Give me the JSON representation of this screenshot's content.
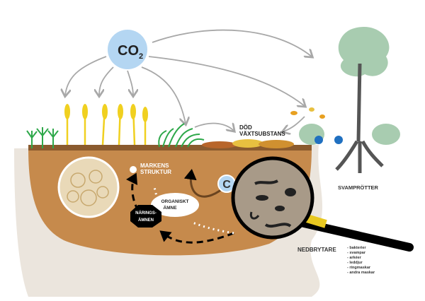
{
  "co2": {
    "base": "CO",
    "sub": "2"
  },
  "carbon": "C",
  "labels": {
    "dead_matter_1": "DÖD",
    "dead_matter_2": "VÄXTSUBSTANS",
    "soil_structure_1": "MARKENS",
    "soil_structure_2": "STRUKTUR",
    "organic_1": "ORGANISKT",
    "organic_2": "ÄMNE",
    "nutrients_1": "NÄRINGS-",
    "nutrients_2": "ÄMNEN",
    "fungal_roots": "SVAMPRÖTTER",
    "decomposers": "NEDBRYTARE"
  },
  "decomposer_list": [
    "- bakterier",
    "- svampar",
    "- arkéer",
    "- leddjur",
    "- ringmaskar",
    "- andra maskar"
  ],
  "colors": {
    "soil": "#c68a4c",
    "subsoil": "#ebe5dd",
    "co2": "#b4d6f2",
    "arrow": "#a8a8a8",
    "wheat": "#f0d020",
    "grass": "#2ea84a"
  }
}
